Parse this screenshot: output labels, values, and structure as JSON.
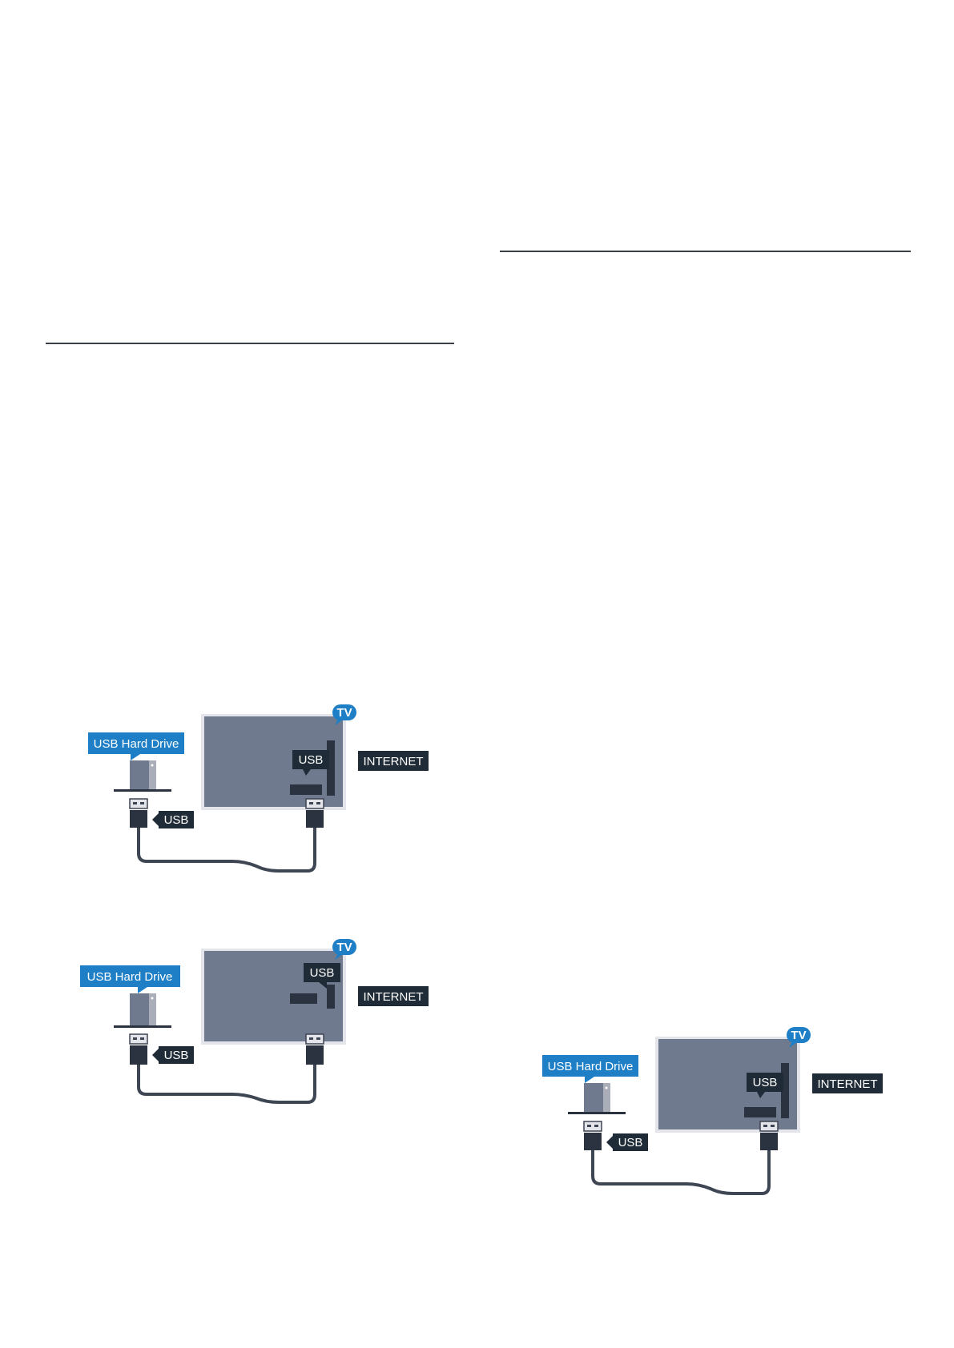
{
  "diagrams": [
    {
      "variant": "stand-ports",
      "labels": {
        "hard_drive": "USB Hard Drive",
        "tv": "TV",
        "usb_port": "USB",
        "usb_cable": "USB",
        "internet": "INTERNET"
      }
    },
    {
      "variant": "wall-ports",
      "labels": {
        "hard_drive": "USB Hard Drive",
        "tv": "TV",
        "usb_port": "USB",
        "usb_cable": "USB",
        "internet": "INTERNET"
      }
    },
    {
      "variant": "stand-ports",
      "labels": {
        "hard_drive": "USB Hard Drive",
        "tv": "TV",
        "usb_port": "USB",
        "usb_cable": "USB",
        "internet": "INTERNET"
      }
    }
  ],
  "colors": {
    "tv_body": "#6f7a8e",
    "tv_edge": "#e3e5ea",
    "callout_blue": "#1e7fc7",
    "label_dark": "#1f2b36",
    "cable": "#3e4553",
    "drive_light": "#a9aeb8"
  }
}
